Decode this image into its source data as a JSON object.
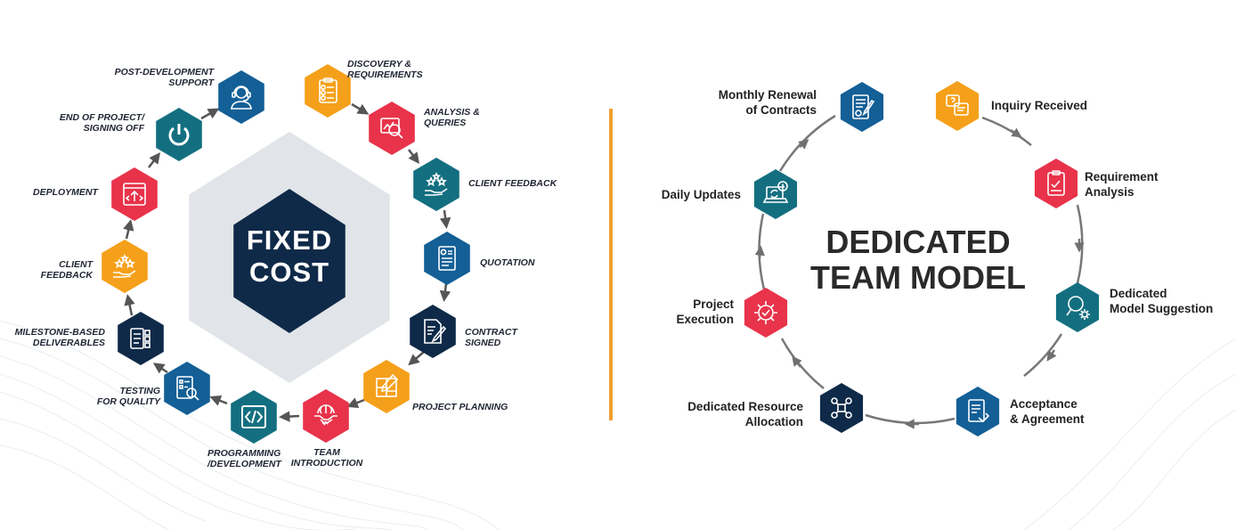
{
  "fixed_cost": {
    "title_line1": "FIXED",
    "title_line2": "COST",
    "steps": [
      {
        "line1": "DISCOVERY &",
        "line2": "REQUIREMENTS",
        "icon": "clipboard-list-icon",
        "color": "#f5a01a"
      },
      {
        "line1": "ANALYSIS &",
        "line2": "QUERIES",
        "icon": "magnifier-chart-icon",
        "color": "#e8334a"
      },
      {
        "line1": "CLIENT FEEDBACK",
        "line2": "",
        "icon": "hand-stars-icon",
        "color": "#136f80"
      },
      {
        "line1": "QUOTATION",
        "line2": "",
        "icon": "invoice-icon",
        "color": "#135f96"
      },
      {
        "line1": "CONTRACT",
        "line2": "SIGNED",
        "icon": "document-pen-icon",
        "color": "#0f2a48"
      },
      {
        "line1": "PROJECT PLANNING",
        "line2": "",
        "icon": "blueprint-icon",
        "color": "#f5a01a"
      },
      {
        "line1": "TEAM",
        "line2": "INTRODUCTION",
        "icon": "handshake-globe-icon",
        "color": "#e8334a"
      },
      {
        "line1": "PROGRAMMING",
        "line2": "/DEVELOPMENT",
        "icon": "code-brackets-icon",
        "color": "#136f80"
      },
      {
        "line1": "TESTING",
        "line2": "FOR QUALITY",
        "icon": "checklist-magnifier-icon",
        "color": "#135f96"
      },
      {
        "line1": "MILESTONE-BASED",
        "line2": "DELIVERABLES",
        "icon": "checklist-icon",
        "color": "#0f2a48"
      },
      {
        "line1": "CLIENT",
        "line2": "FEEDBACK",
        "icon": "hand-stars-icon",
        "color": "#f5a01a"
      },
      {
        "line1": "DEPLOYMENT",
        "line2": "",
        "icon": "browser-upload-icon",
        "color": "#e8334a"
      },
      {
        "line1": "END OF PROJECT/",
        "line2": "SIGNING OFF",
        "icon": "power-icon",
        "color": "#136f80"
      },
      {
        "line1": "POST-DEVELOPMENT",
        "line2": "SUPPORT",
        "icon": "headset-agent-icon",
        "color": "#135f96"
      }
    ]
  },
  "dedicated_team": {
    "title_line1": "DEDICATED",
    "title_line2": "TEAM MODEL",
    "steps": [
      {
        "line1": "Inquiry Received",
        "line2": "",
        "icon": "chat-question-icon",
        "color": "#f5a01a"
      },
      {
        "line1": "Requirement",
        "line2": "Analysis",
        "icon": "clipboard-check-icon",
        "color": "#e8334a"
      },
      {
        "line1": "Dedicated",
        "line2": "Model Suggestion",
        "icon": "magnifier-gear-icon",
        "color": "#136f80"
      },
      {
        "line1": "Acceptance",
        "line2": "& Agreement",
        "icon": "contract-icon",
        "color": "#135f96"
      },
      {
        "line1": "Dedicated Resource",
        "line2": "Allocation",
        "icon": "network-people-icon",
        "color": "#0f2a48"
      },
      {
        "line1": "Project",
        "line2": "Execution",
        "icon": "gear-check-icon",
        "color": "#e8334a"
      },
      {
        "line1": "Daily Updates",
        "line2": "",
        "icon": "laptop-clock-icon",
        "color": "#136f80"
      },
      {
        "line1": "Monthly Renewal",
        "line2": "of Contracts",
        "icon": "document-sign-icon",
        "color": "#135f96"
      }
    ]
  },
  "colors": {
    "divider": "#f0a030",
    "center_bg": "#e1e4e8",
    "center_hex": "#0f2a48",
    "arrow": "#555555",
    "ring": "#777777"
  }
}
